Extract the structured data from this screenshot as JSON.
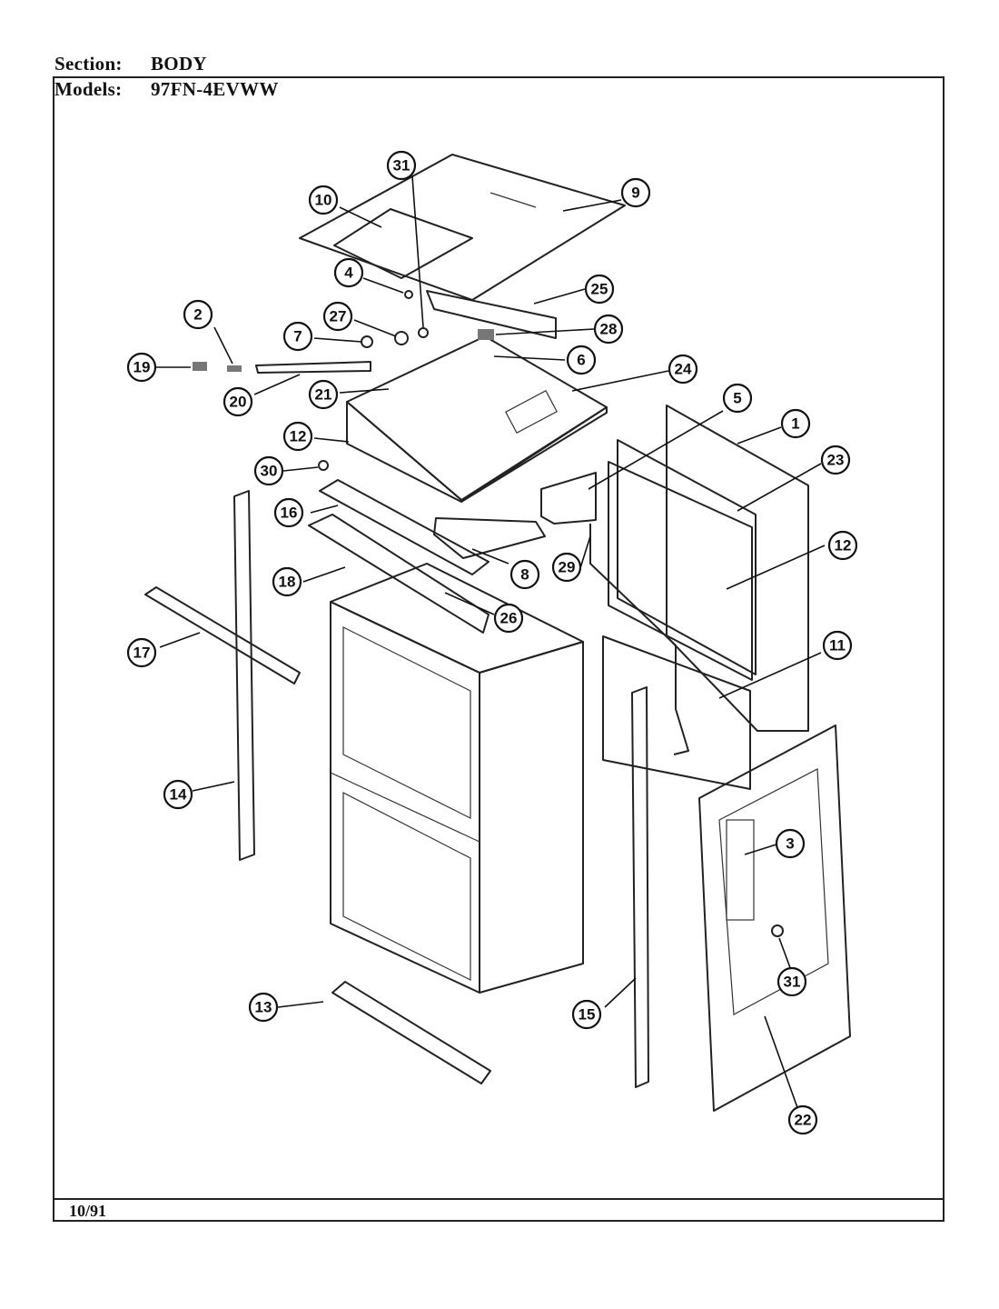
{
  "header": {
    "section_label": "Section:",
    "section_value": "BODY",
    "models_label": "Models:",
    "models_value": "97FN-4EVWW"
  },
  "footer": {
    "date": "10/91"
  },
  "callouts": [
    "31",
    "10",
    "9",
    "4",
    "25",
    "27",
    "28",
    "2",
    "7",
    "19",
    "6",
    "20",
    "21",
    "24",
    "5",
    "1",
    "12",
    "30",
    "23",
    "16",
    "12",
    "8",
    "29",
    "18",
    "26",
    "17",
    "11",
    "14",
    "3",
    "31",
    "13",
    "15",
    "22"
  ],
  "colors": {
    "ink": "#111111",
    "paper": "#ffffff"
  }
}
